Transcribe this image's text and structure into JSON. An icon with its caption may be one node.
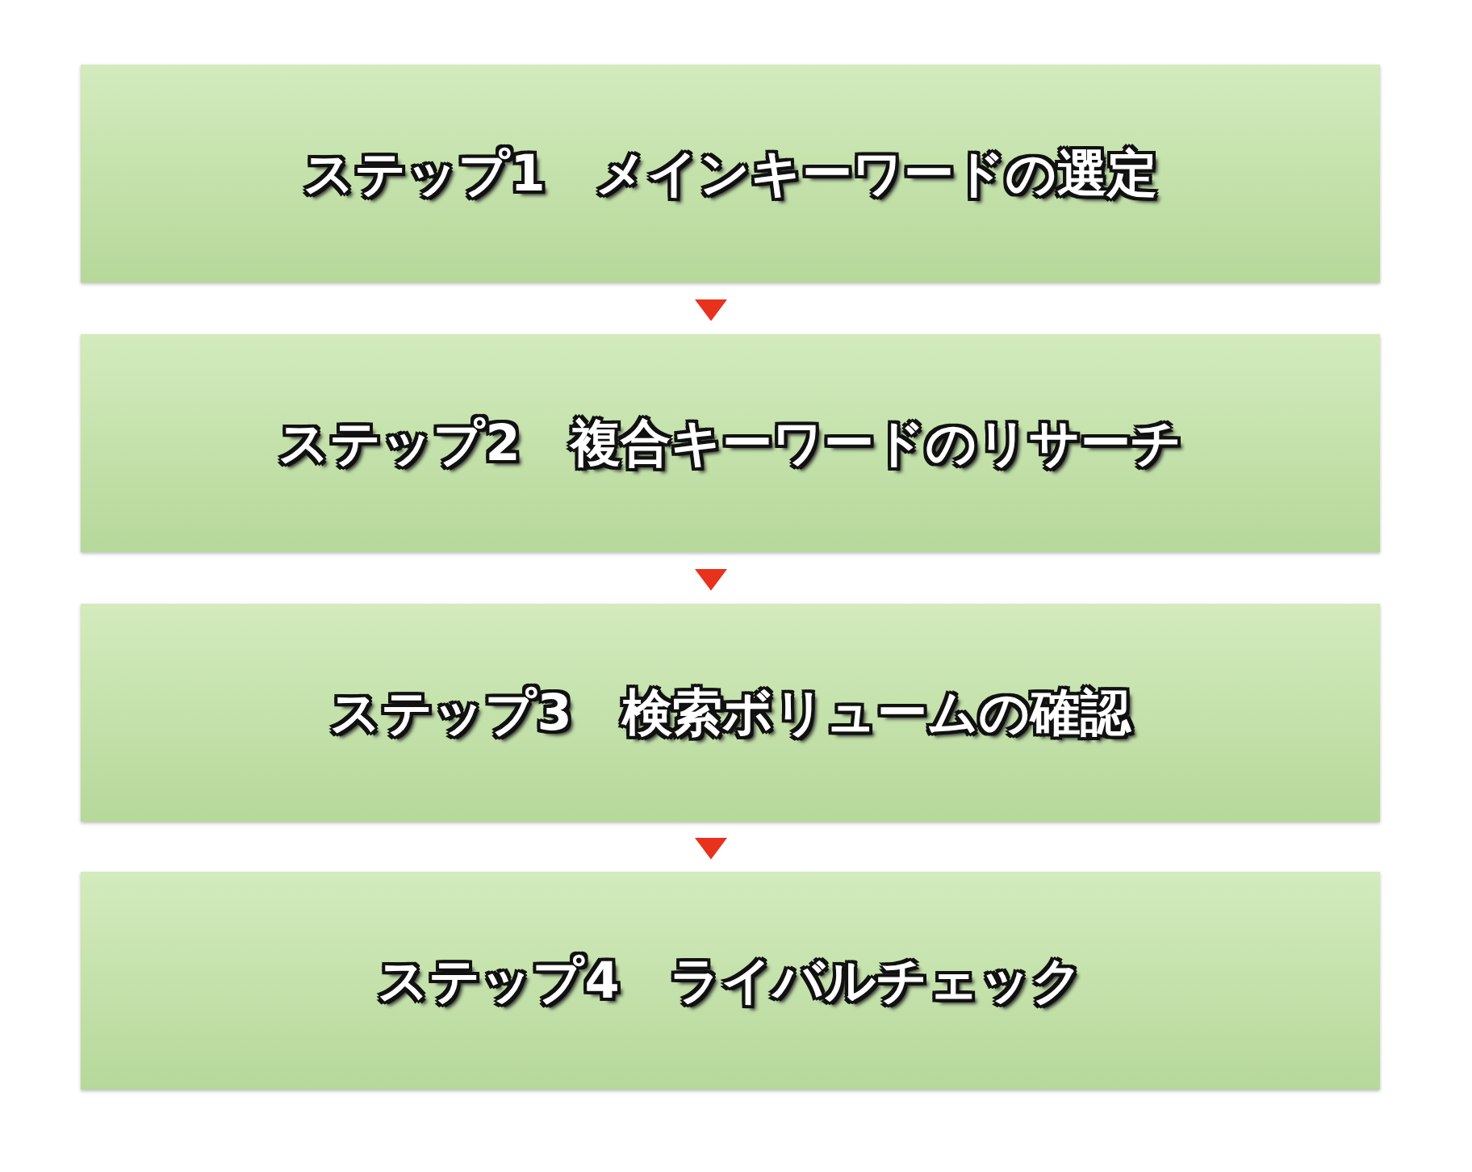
{
  "diagram": {
    "nodes": [
      {
        "text": [
          "ステップ1　メインキーワードの選定"
        ]
      },
      {
        "text": [
          "ステップ2　複合キーワードのリサーチ"
        ]
      },
      {
        "text": [
          "ステップ3　検索ボリュームの確認"
        ]
      },
      {
        "text": [
          "ステップ4　ライバルチェック"
        ]
      }
    ],
    "edges": [
      {
        "from": 0,
        "to": 1,
        "arrow": "to"
      },
      {
        "from": 1,
        "to": 2,
        "arrow": "to"
      },
      {
        "from": 2,
        "to": 3,
        "arrow": "to"
      }
    ]
  }
}
